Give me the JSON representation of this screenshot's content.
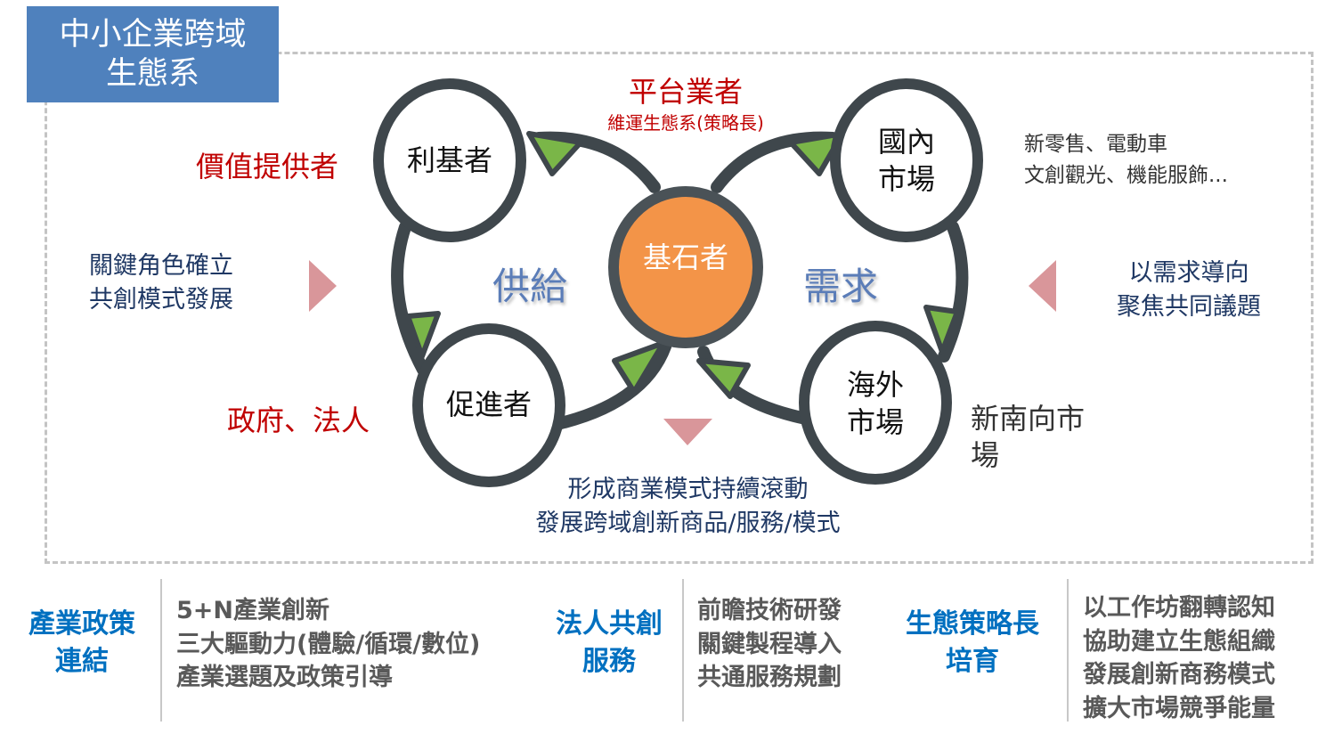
{
  "title": {
    "line1": "中小企業跨域",
    "line2": "生態系"
  },
  "nodes": {
    "niche": "利基者",
    "domestic": {
      "line1": "國內",
      "line2": "市場"
    },
    "keystone": "基石者",
    "facilitator": "促進者",
    "overseas": {
      "line1": "海外",
      "line2": "市場"
    }
  },
  "labels": {
    "value_provider": "價值提供者",
    "platform": "平台業者",
    "platform_sub": "維運生態系(策略長)",
    "domestic_examples": {
      "line1": "新零售、電動車",
      "line2": "文創觀光、機能服飾..."
    },
    "left_note": {
      "line1": "關鍵角色確立",
      "line2": "共創模式發展"
    },
    "supply": "供給",
    "demand": "需求",
    "right_note": {
      "line1": "以需求導向",
      "line2": "聚焦共同議題"
    },
    "gov": "政府、法人",
    "new_south": {
      "line1": "新南向市",
      "line2": "場"
    },
    "bottom_note": {
      "line1": "形成商業模式持續滾動",
      "line2": "發展跨域創新商品/服務/模式"
    }
  },
  "footer": [
    {
      "heading": [
        "產業政策",
        "連結"
      ],
      "items": [
        "5+N產業創新",
        "三大驅動力(體驗/循環/數位)",
        "產業選題及政策引導"
      ]
    },
    {
      "heading": [
        "法人共創",
        "服務"
      ],
      "items": [
        "前瞻技術研發",
        "關鍵製程導入",
        "共通服務規劃"
      ]
    },
    {
      "heading": [
        "生態策略長",
        "培育"
      ],
      "items": [
        "以工作坊翻轉認知",
        "協助建立生態組織",
        "發展創新商務模式",
        "擴大市場競爭能量"
      ]
    }
  ],
  "colors": {
    "accent": "#4F81BD",
    "keystone": "#F39448",
    "arrow": "#7AB648",
    "red": "#C00000",
    "pointer": "#D9969A"
  }
}
